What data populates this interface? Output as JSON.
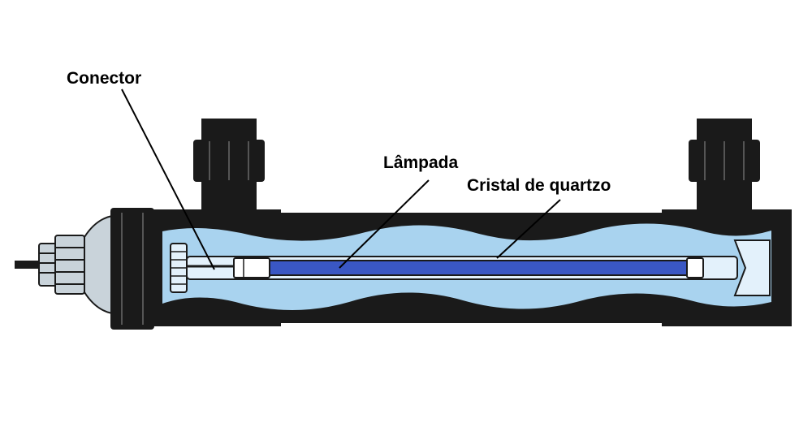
{
  "labels": {
    "connector": "Conector",
    "lamp": "Lâmpada",
    "quartz_sleeve": "Cristal de quartzo"
  },
  "colors": {
    "housing": "#1a1a1a",
    "water": "#a9d3ef",
    "lamp": "#3a57c4",
    "sleeve": "#e3f1fb",
    "metal": "#c9d3da",
    "background": "#ffffff"
  }
}
